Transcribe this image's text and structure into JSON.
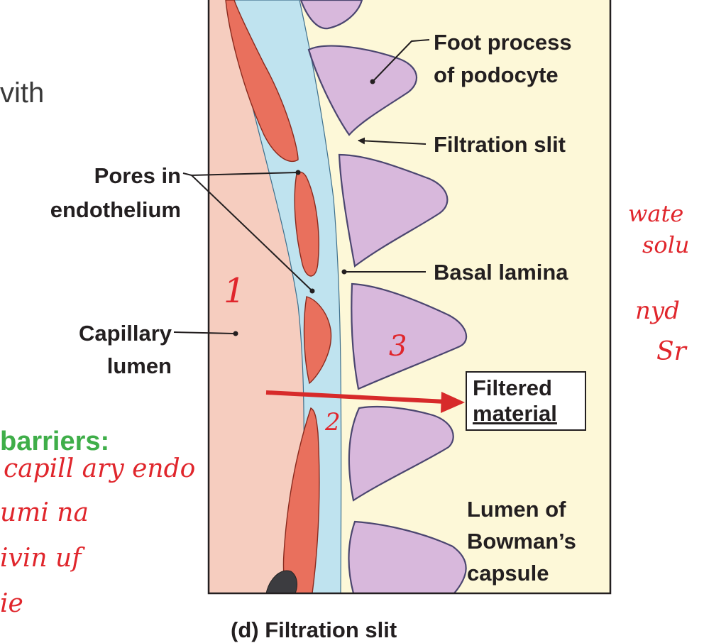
{
  "labels": {
    "foot_process_line1": "Foot process",
    "foot_process_line2": "of podocyte",
    "filtration_slit": "Filtration slit",
    "pores_line1": "Pores in",
    "pores_line2": "endothelium",
    "basal_lamina": "Basal lamina",
    "capillary_line1": "Capillary",
    "capillary_line2": "lumen",
    "filtered_line1": "Filtered",
    "filtered_line2": "material",
    "bowman_line1": "Lumen of",
    "bowman_line2": "Bowman’s",
    "bowman_line3": "capsule"
  },
  "left_fragments": {
    "with": "vith",
    "barriers": "barriers:"
  },
  "caption": "(d) Filtration slit",
  "handwriting": {
    "n1": "1",
    "n2": "2",
    "n3": "3",
    "line1": "capill ary endo",
    "line2": "umi na",
    "line3": "ivin uf",
    "line4": "ie",
    "right1": "wate",
    "right2": "solu",
    "right3": "nyd",
    "right4": "Sr"
  },
  "colors": {
    "capillary": "#f6cdbf",
    "endothelium": "#e9705d",
    "basal_lamina": "#bfe3ef",
    "podocyte": "#d8b8dc",
    "bowman_space": "#fdf8d8",
    "barriers_green": "#3fae49",
    "handwriting_red": "#e0262c"
  }
}
